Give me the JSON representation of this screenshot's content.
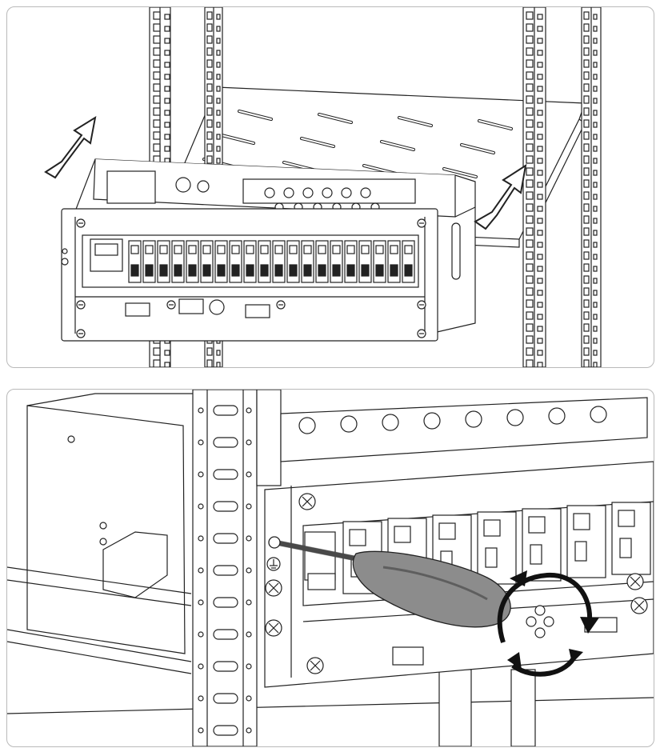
{
  "figure": {
    "panels": [
      {
        "id": "top",
        "step": "slide-unit-into-rack",
        "shows": [
          "rack-rails",
          "shelf",
          "power-unit",
          "insert-arrows"
        ]
      },
      {
        "id": "bottom",
        "step": "fasten-mounting-screws",
        "shows": [
          "rack-rail-detail",
          "screwdriver",
          "rotation-arrows",
          "screws"
        ]
      }
    ],
    "breaker_count": 20,
    "colors": {
      "line": "#222222",
      "handle": "#8c8c8c",
      "handle_dark": "#5e5e5e",
      "panel_border": "#b9b9b9",
      "background": "#ffffff"
    }
  }
}
